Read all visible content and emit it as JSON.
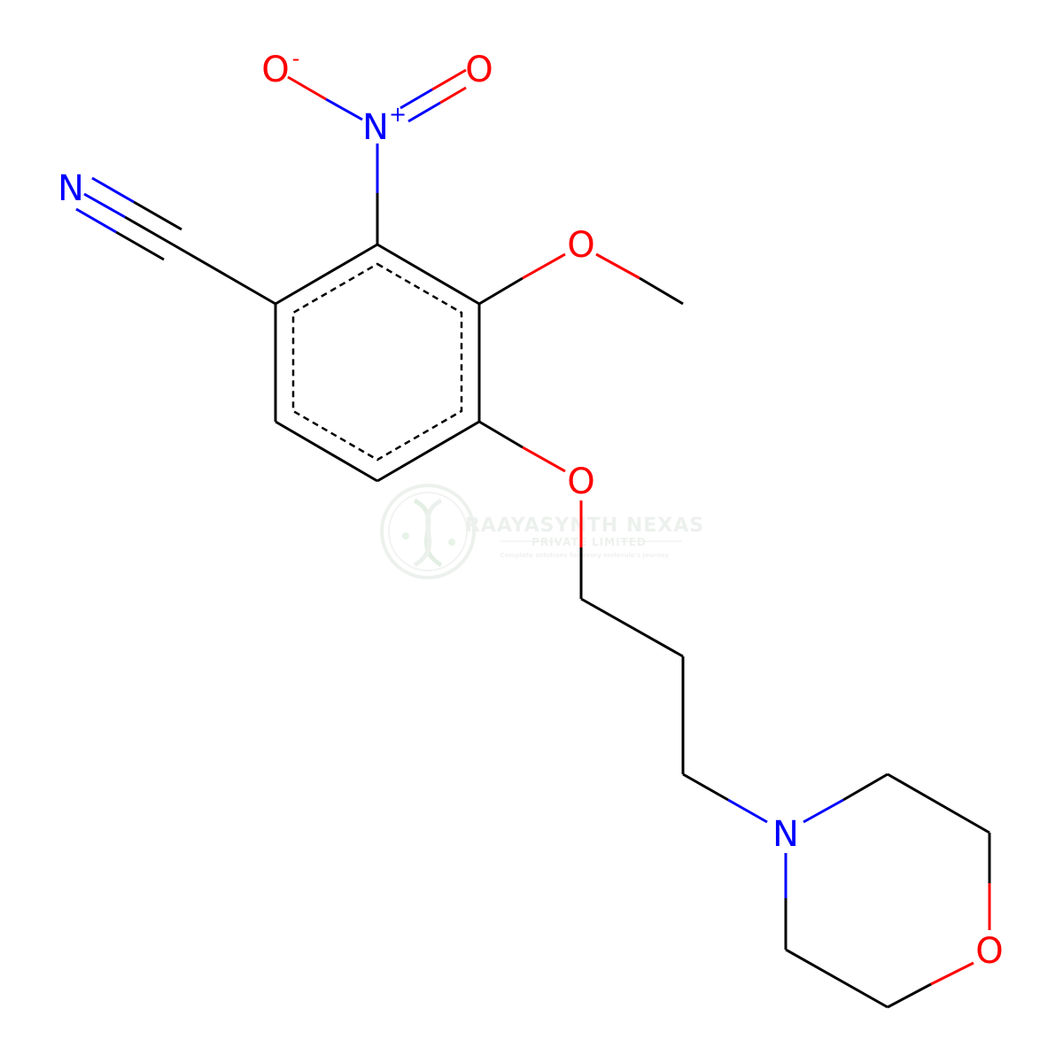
{
  "colors": {
    "bond": "#000000",
    "nitrogen": "#0000FF",
    "oxygen": "#FF0000",
    "watermark": "#dfe6df"
  },
  "atoms": {
    "nitrile_n": "N",
    "nitro_n": "N",
    "nitro_n_charge": "+",
    "nitro_o_minus": "O",
    "nitro_o_minus_charge": "-",
    "nitro_o_double": "O",
    "methoxy_o": "O",
    "ether_o": "O",
    "morpholine_n": "N",
    "morpholine_o": "O"
  },
  "watermark": {
    "company": "RAAYASYNTH NEXAS",
    "subtitle": "PRIVATE LIMITED",
    "tagline": "Complete solutions for every molecule's journey",
    "logo_icon": "dna-helix-icon"
  }
}
